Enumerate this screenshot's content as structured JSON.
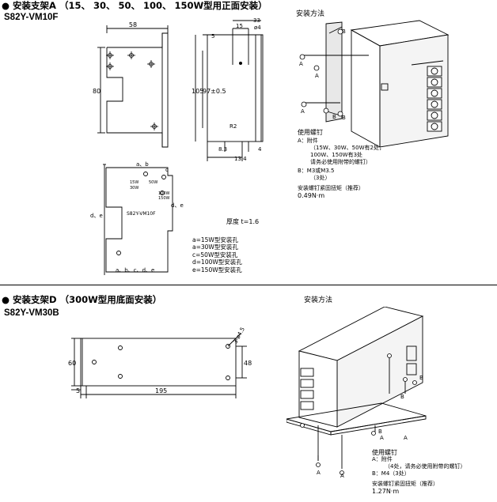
{
  "section_a": {
    "title": "● 安装支架A （15、 30、 50、 100、 150W型用正面安装）",
    "model": "S82Y-VM10F",
    "install_method": "安装方法",
    "dims": {
      "w58": "58",
      "h80": "80",
      "d33": "33",
      "d15": "15",
      "phi4": "ø4",
      "d5": "5",
      "d105": "105",
      "d97": "97±0.5",
      "r2": "R2",
      "d8_3": "8.3",
      "d4": "4",
      "d13_4": "13.4"
    },
    "plate_labels": {
      "ab": "a、b",
      "c": "c",
      "w15": "15W",
      "w30": "30W",
      "w50": "50W",
      "w100": "100W",
      "w150": "150W",
      "de_left": "d、e",
      "de_right": "d、e",
      "model_in_plate": "S82Y-VM10F",
      "bottom": "a、b、c、d、e"
    },
    "thickness": "厚度 t=1.6",
    "legend": [
      "a=15W型安装孔",
      "a=30W型安装孔",
      "c=50W型安装孔",
      "d=100W型安装孔",
      "e=150W型安装孔"
    ],
    "screws": {
      "title": "使用螺钉",
      "a_line": "A：附件",
      "a_detail1": "（15W、30W、50W有2处，",
      "a_detail2": "100W、150W有3处",
      "a_detail3": "请务必使用附带的螺钉）",
      "b_line": "B：M3或M3.5",
      "b_detail": "（3处）",
      "torque_title": "安装螺钉紧固扭矩（推荐）",
      "torque_value": "0.49N·m"
    },
    "letter_a": "A",
    "letter_b": "B"
  },
  "section_d": {
    "title": "● 安装支架D （300W型用底面安装）",
    "model": "S82Y-VM30B",
    "install_method": "安装方法",
    "dims": {
      "d60": "60",
      "d48": "48",
      "d5": "5",
      "d195": "195",
      "holes": "3-ø4.5"
    },
    "screws": {
      "title": "使用螺钉",
      "a_line": "A：附件",
      "a_detail": "（4处，请务必使用附带的螺钉）",
      "b_line": "B：M4（3处）",
      "torque_title": "安装螺钉紧固扭矩（推荐）",
      "torque_value": "1.27N·m"
    },
    "letter_a": "A",
    "letter_b": "B"
  }
}
